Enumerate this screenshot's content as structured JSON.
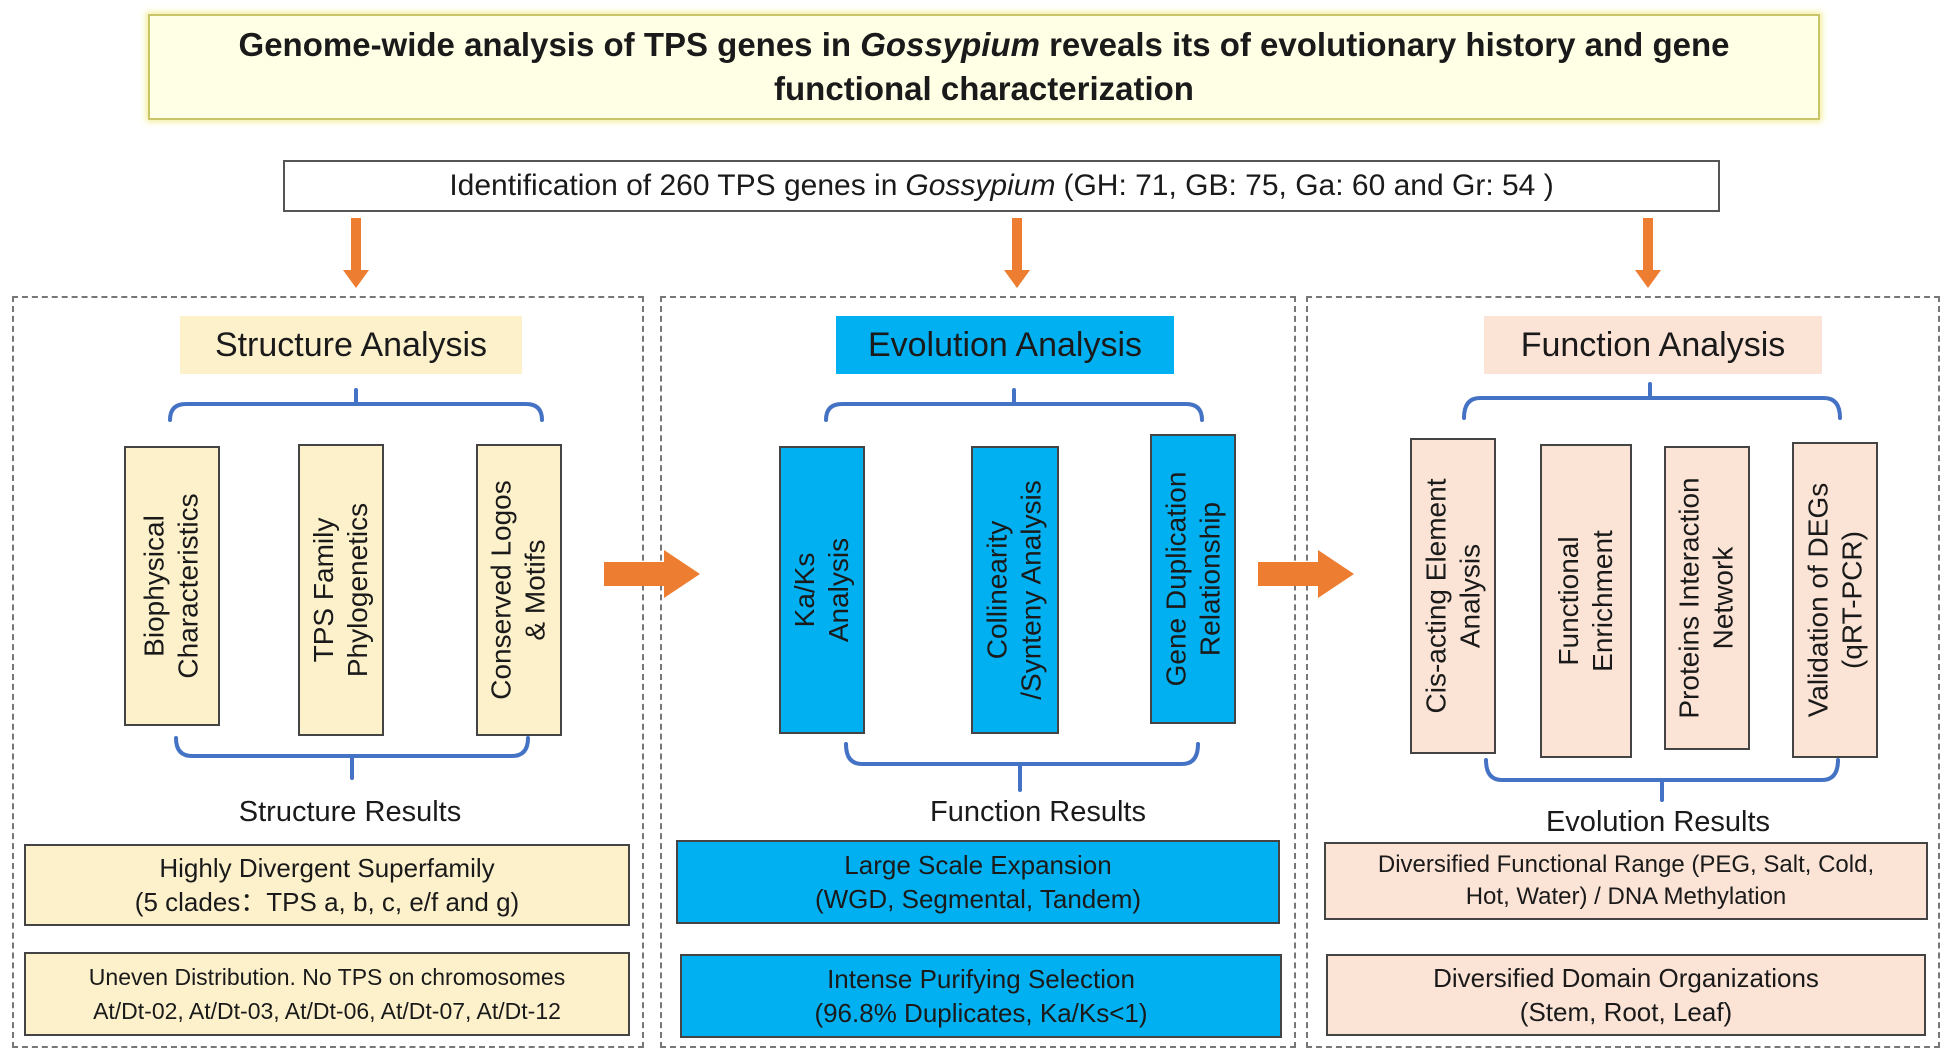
{
  "title": {
    "part1": "Genome-wide analysis of TPS genes in",
    "italic": "Gossypium",
    "part2": "reveals its of evolutionary history and gene functional characterization"
  },
  "identification": {
    "part1": "Identification of 260 TPS genes in",
    "italic": "Gossypium",
    "part2": "(GH: 71, GB: 75, Ga: 60 and Gr: 54 )"
  },
  "structure": {
    "heading": "Structure Analysis",
    "items": [
      [
        "Biophysical",
        "Characteristics"
      ],
      [
        "TPS Family",
        "Phylogenetics"
      ],
      [
        "Conserved Logos",
        "& Motifs"
      ]
    ],
    "results_label": "Structure Results",
    "result1": [
      "Highly Divergent Superfamily",
      "(5 clades：TPS a, b, c, e/f and g)"
    ],
    "result2": [
      "Uneven Distribution. No TPS on chromosomes",
      "At/Dt-02, At/Dt-03, At/Dt-06, At/Dt-07, At/Dt-12"
    ]
  },
  "evolution": {
    "heading": "Evolution Analysis",
    "items": [
      [
        "Ka/Ks",
        "Analysis"
      ],
      [
        "Collinearity",
        "/Synteny Analysis"
      ],
      [
        "Gene Duplication",
        "Relationship"
      ]
    ],
    "results_label": "Function Results",
    "result1": [
      "Large Scale Expansion",
      "(WGD, Segmental, Tandem)"
    ],
    "result2": [
      "Intense Purifying Selection",
      "(96.8% Duplicates, Ka/Ks<1)"
    ]
  },
  "function": {
    "heading": "Function Analysis",
    "items": [
      [
        "Cis-acting Element",
        "Analysis"
      ],
      [
        "Functional",
        "Enrichment"
      ],
      [
        "Proteins Interaction",
        "Network"
      ],
      [
        "Validation of DEGs",
        "(qRT-PCR)"
      ]
    ],
    "results_label": "Evolution Results",
    "result1": [
      "Diversified  Functional Range (PEG, Salt, Cold,",
      "Hot, Water) / DNA Methylation"
    ],
    "result2": [
      "Diversified Domain Organizations",
      "(Stem, Root, Leaf)"
    ]
  },
  "colors": {
    "title_bg": "#ffffe6",
    "cream": "#fdf1cc",
    "blue": "#00b0f0",
    "peach": "#fbe4d6",
    "arrow": "#ed7d31",
    "bracket": "#4472c4"
  }
}
